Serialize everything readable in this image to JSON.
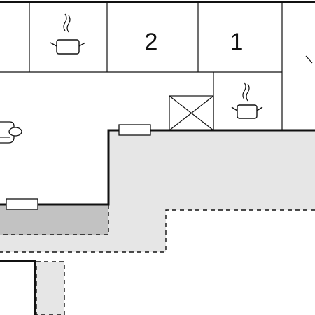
{
  "diagram": {
    "type": "floor-plan",
    "rooms": [
      {
        "id": "room-2",
        "label": "2"
      },
      {
        "id": "room-1",
        "label": "1"
      }
    ],
    "icons": [
      "cooking-pot-icon",
      "cooking-pot-icon",
      "shower-cross-icon",
      "sofa-icon",
      "window-icon",
      "window-icon"
    ],
    "colors": {
      "wall": "#111111",
      "terrace": "#e6e6e6",
      "covered_terrace": "#c2c2c2",
      "background": "#ffffff"
    }
  }
}
